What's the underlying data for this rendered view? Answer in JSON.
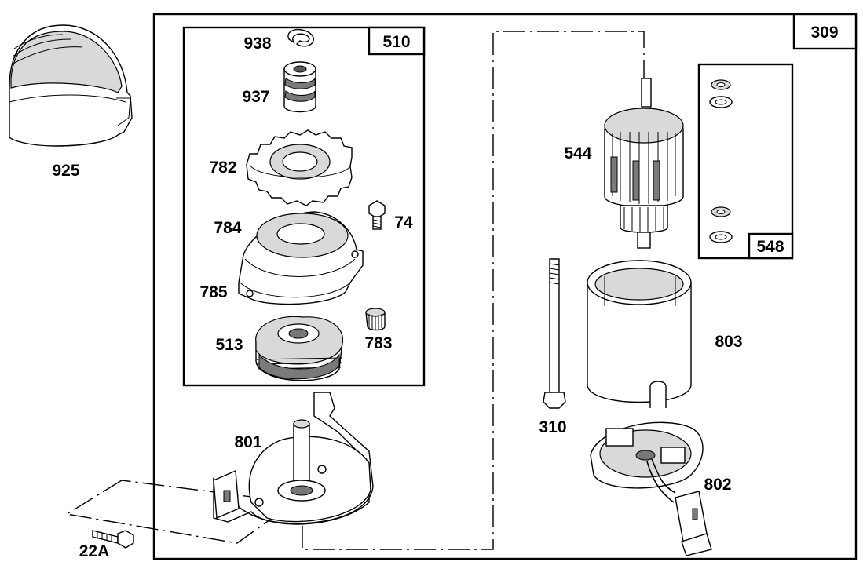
{
  "assembly_boxes": {
    "starter_motor": "309",
    "drive_kit": "510",
    "washer_kit": "548"
  },
  "part_labels": {
    "cover": "925",
    "retainer": "938",
    "helix": "937",
    "gear": "782",
    "cap": "784",
    "screw_cap": "74",
    "gasket": "785",
    "clutch": "513",
    "pinion": "783",
    "end_cap": "801",
    "screw_mount": "22A",
    "armature": "544",
    "bolt": "310",
    "housing": "803",
    "brush_plate": "802"
  }
}
